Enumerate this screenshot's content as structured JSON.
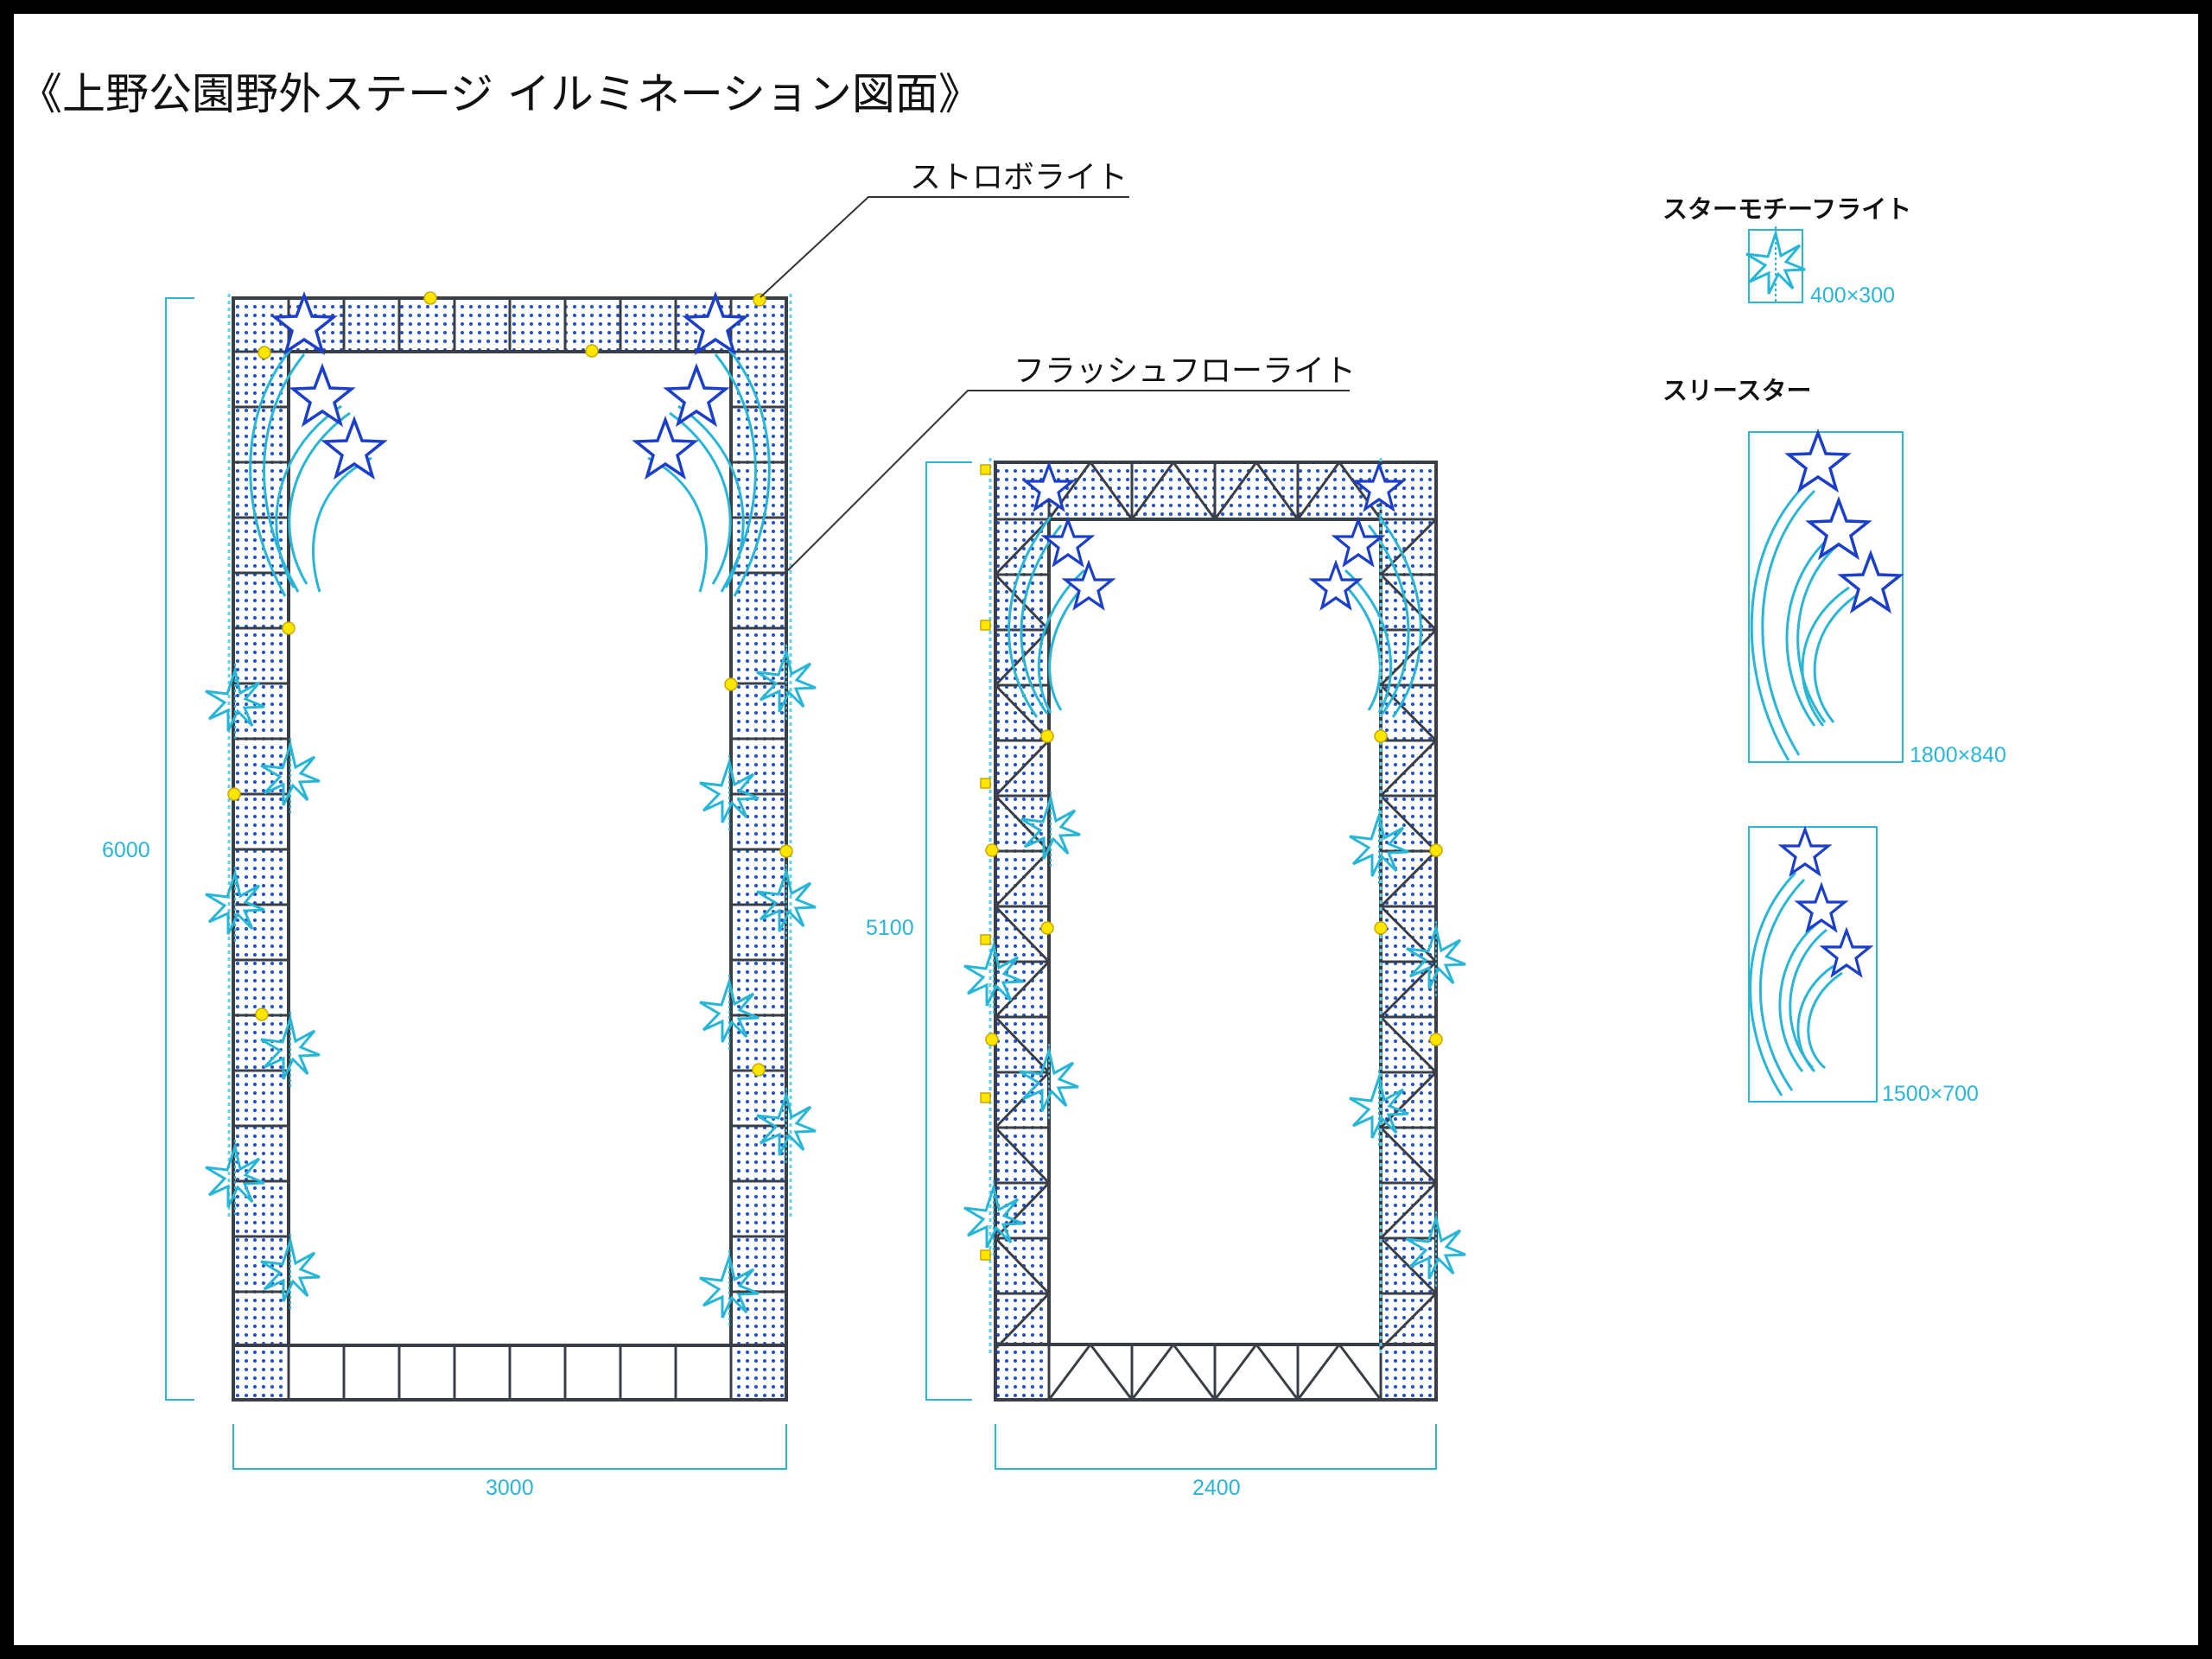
{
  "title": "《上野公園野外ステージ イルミネーション図面》",
  "callouts": {
    "strobe": "ストロボライト",
    "flash_flow": "フラッシュフローライト"
  },
  "dimensions": {
    "left_height": "6000",
    "left_width": "3000",
    "right_height": "5100",
    "right_width": "2400"
  },
  "legend": {
    "star_motif": {
      "name": "スターモチーフライト",
      "size": "400×300"
    },
    "three_star": {
      "name": "スリースター",
      "sizes": [
        "1800×840",
        "1500×700"
      ]
    }
  },
  "colors": {
    "frame": "#3a3f47",
    "led_dots": "#1e4fd8",
    "star_outline": "#1c3fc9",
    "cyan": "#29b6d6",
    "strobe": "#ffe600"
  }
}
